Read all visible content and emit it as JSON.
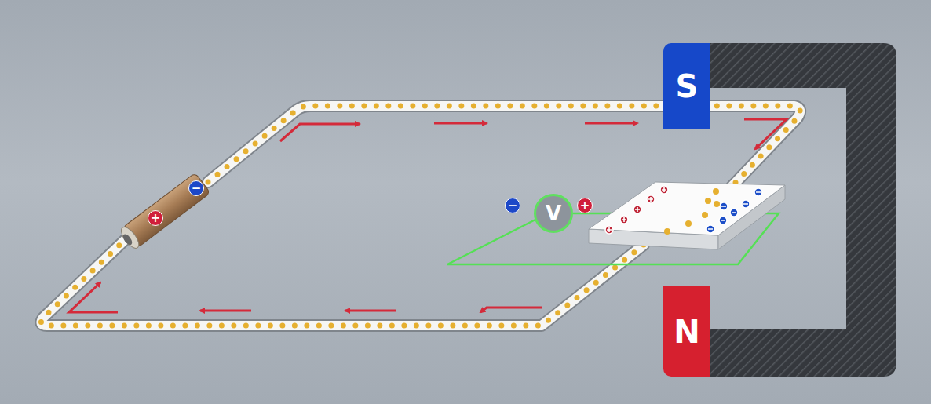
{
  "diagram": {
    "nodes": [
      {
        "text": [
          "S"
        ]
      },
      {
        "text": [
          "V"
        ]
      },
      {
        "text": [
          "N"
        ]
      }
    ],
    "labels": [
      "+",
      "−",
      "−",
      "+"
    ]
  }
}
